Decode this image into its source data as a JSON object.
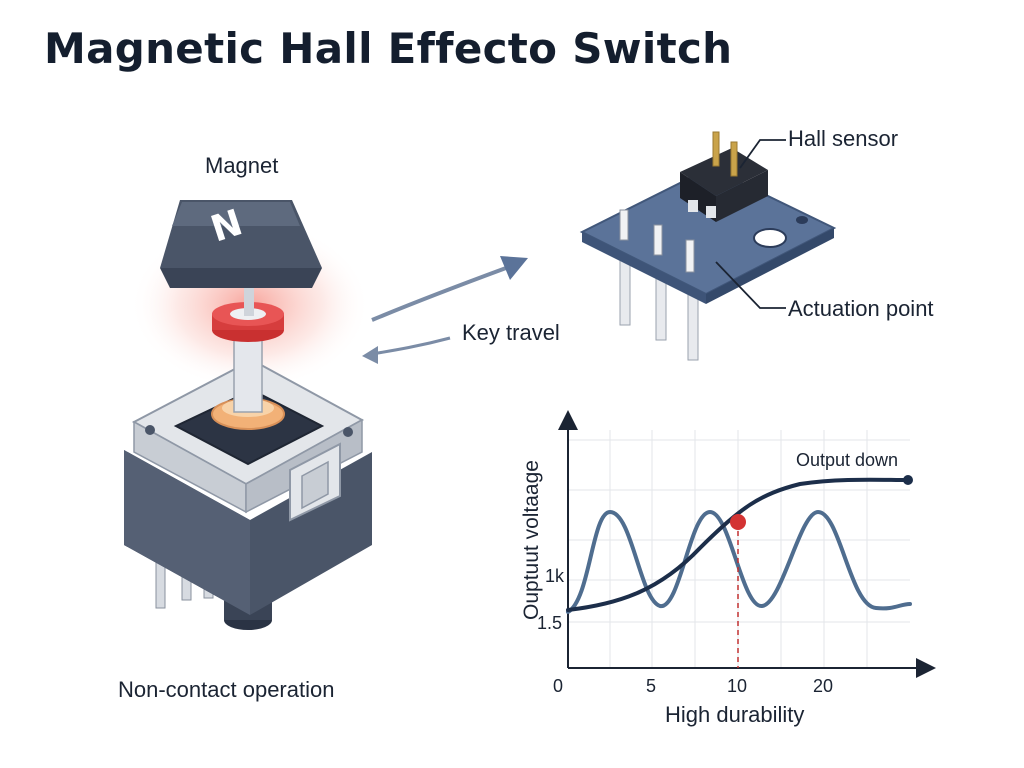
{
  "title": "Magnetic Hall Effecto Switch",
  "labels": {
    "magnet": "Magnet",
    "magnet_pole": "N",
    "hall_sensor": "Hall sensor",
    "actuation_point": "Actuation point",
    "key_travel": "Key travel",
    "non_contact": "Non-contact operation"
  },
  "colors": {
    "switch_body": "#4a5568",
    "pcb": "#5b7399",
    "curve_dark": "#1c2e4a",
    "curve_light": "#4f6d8f",
    "marker": "#d33333"
  },
  "chart_data": {
    "type": "line",
    "ylabel": "Ouptuut voltaage",
    "xlabel": "High durability",
    "annotation": "Output down",
    "x_ticks": [
      "0",
      "5",
      "10",
      "20"
    ],
    "y_ticks": [
      "1.5",
      "1k"
    ],
    "marker_x_tick": "10"
  }
}
